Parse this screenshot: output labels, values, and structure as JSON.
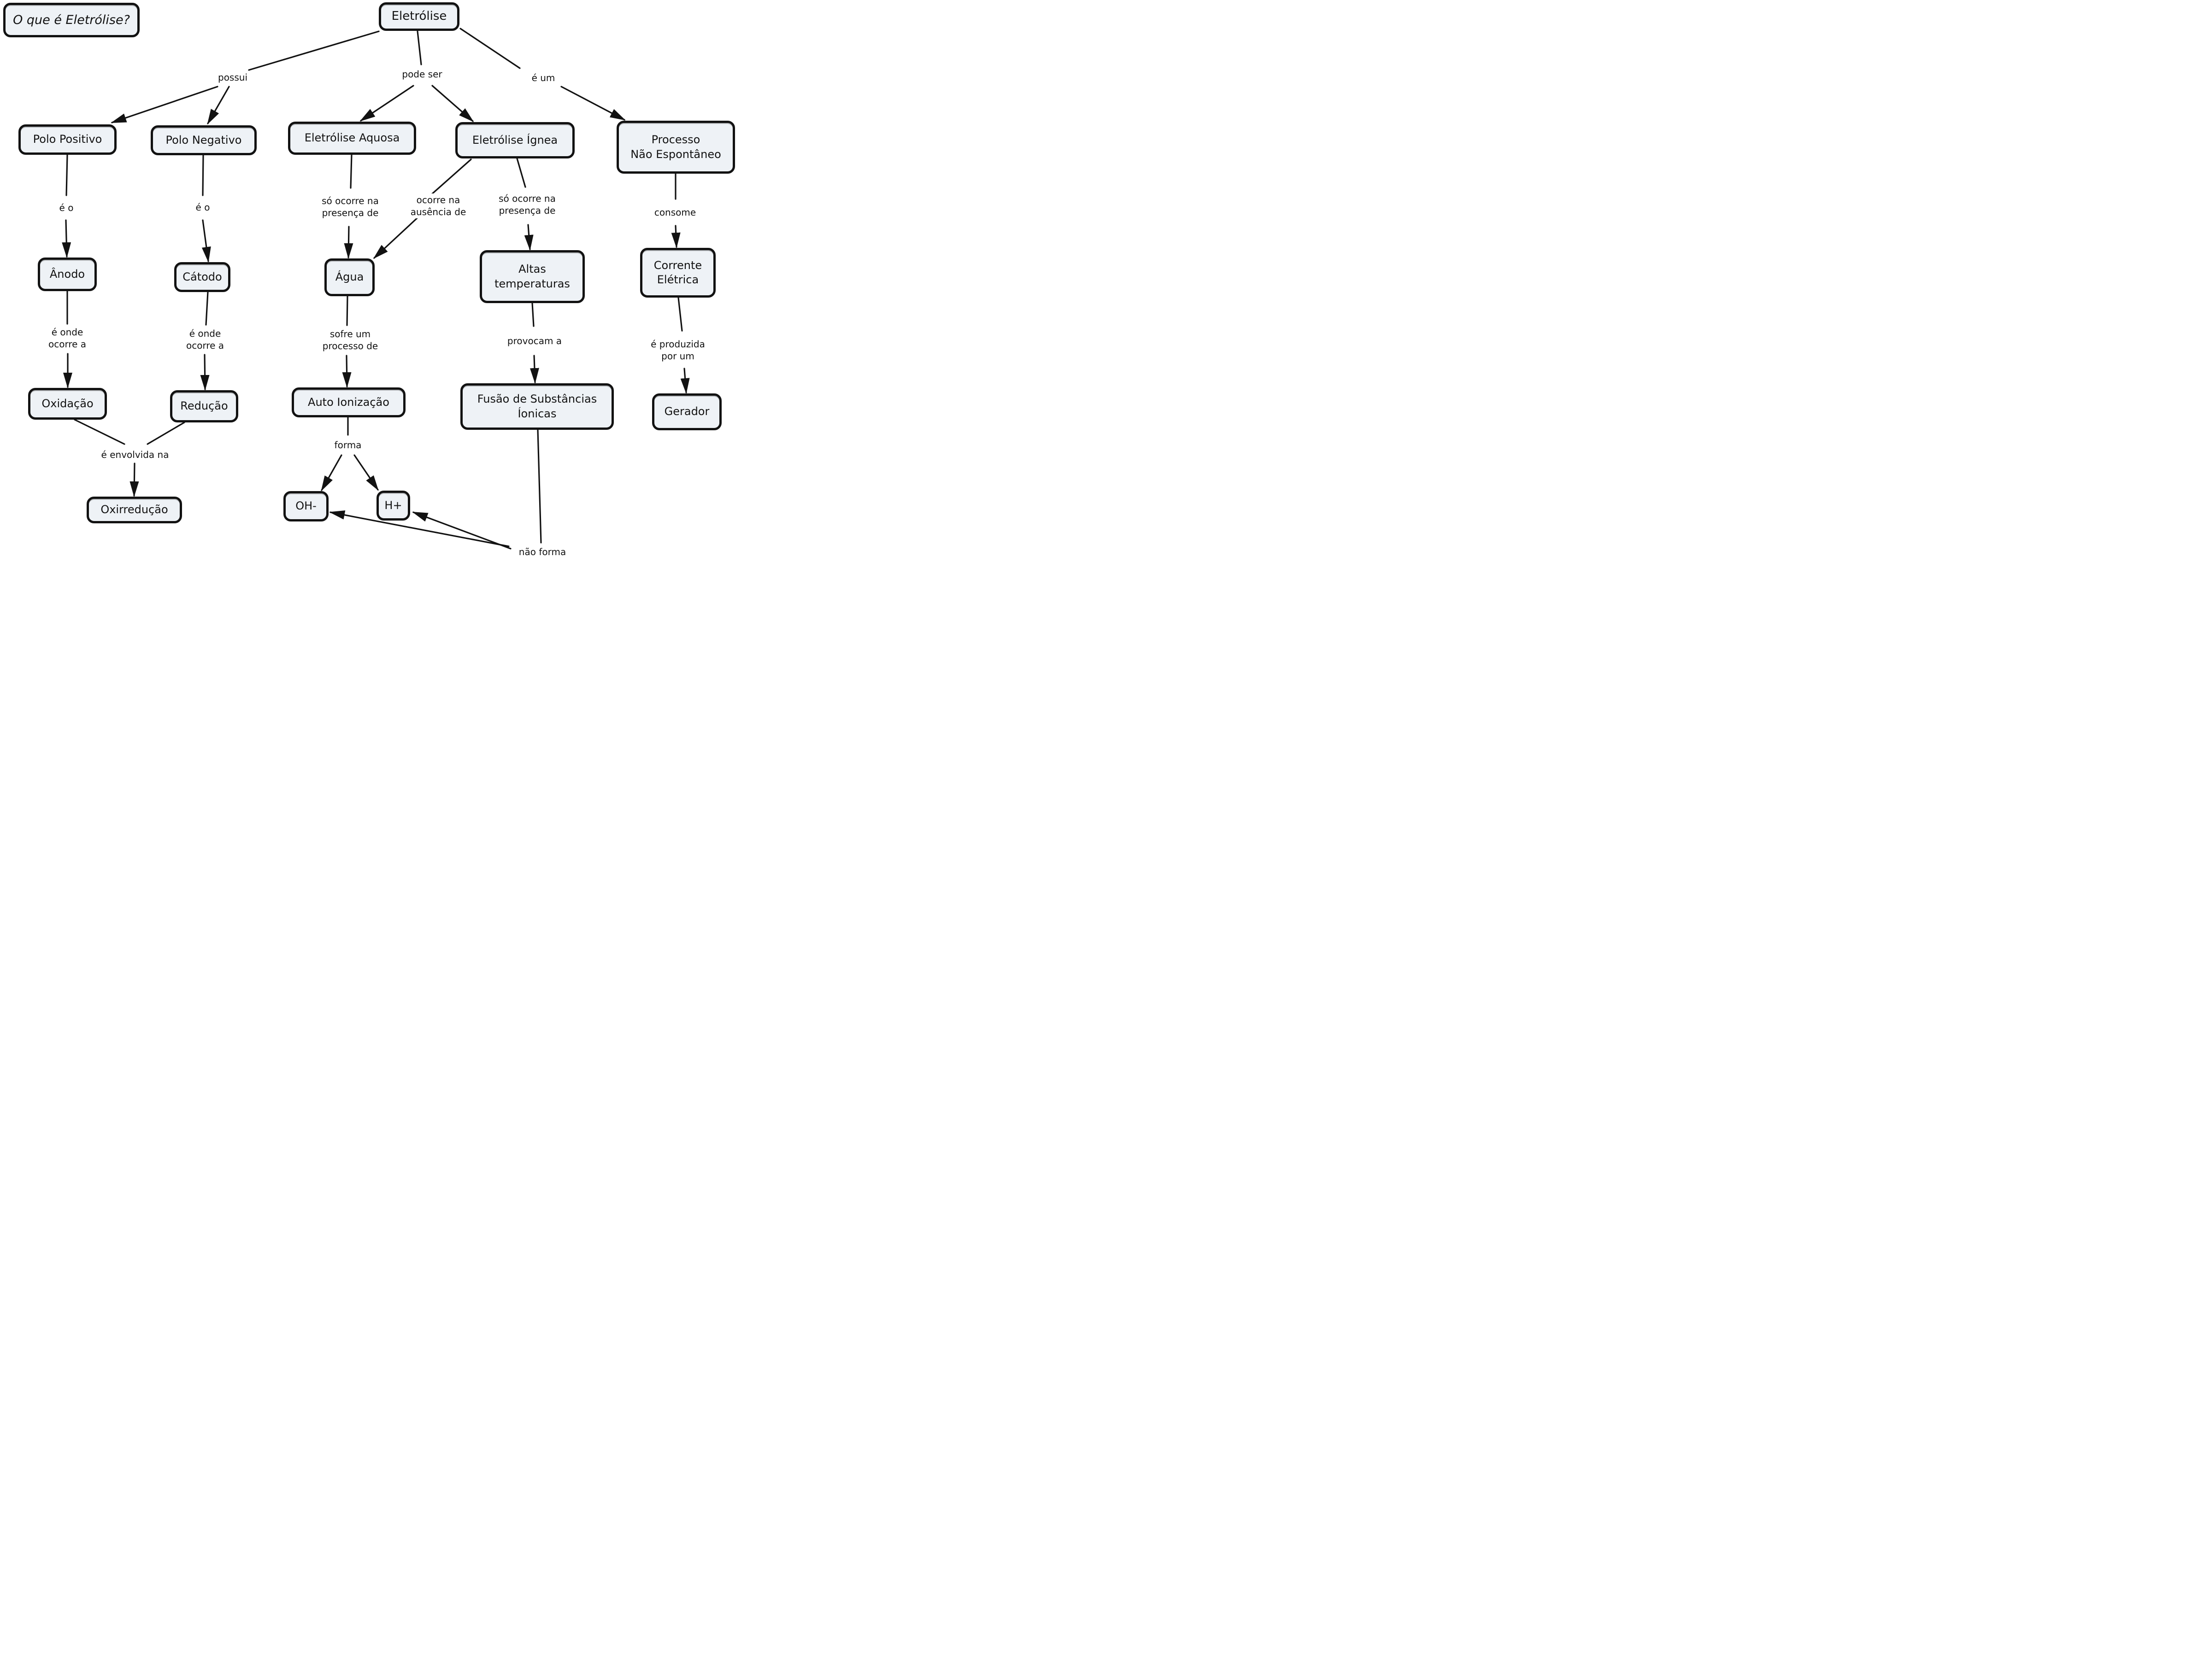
{
  "diagram": {
    "colors": {
      "background": "#ffffff",
      "node_fill": "#eef2f6",
      "node_border": "#121212",
      "line_color": "#121212",
      "text_color": "#121212"
    },
    "nodes": {
      "question": "O que é Eletrólise?",
      "eletrolise": "Eletrólise",
      "polo_positivo": "Polo Positivo",
      "polo_negativo": "Polo Negativo",
      "eletrolise_aquosa": "Eletrólise Aquosa",
      "eletrolise_ignea": "Eletrólise Ígnea",
      "processo_nao_espontaneo": "Processo\nNão Espontâneo",
      "anodo": "Ânodo",
      "catodo": "Cátodo",
      "agua": "Água",
      "altas_temperaturas": "Altas\ntemperaturas",
      "corrente_eletrica": "Corrente\nElétrica",
      "oxidacao": "Oxidação",
      "reducao": "Redução",
      "auto_ionizacao": "Auto Ionização",
      "fusao_substancias_ionicas": "Fusão de Substâncias\nÍonicas",
      "gerador": "Gerador",
      "oxirreducao": "Oxirredução",
      "oh_minus": "OH-",
      "h_plus": "H+"
    },
    "edge_labels": {
      "possui": "possui",
      "pode_ser": "pode ser",
      "e_um": "é um",
      "e_o_left": "é o",
      "e_o_right": "é o",
      "so_ocorre_presenca_left": "só ocorre na\npresença de",
      "ocorre_ausencia": "ocorre na\nausência de",
      "so_ocorre_presenca_right": "só ocorre na\npresença de",
      "consome": "consome",
      "e_onde_ocorre_left": "é onde\nocorre a",
      "e_onde_ocorre_right": "é onde\nocorre a",
      "sofre_um_processo": "sofre um\nprocesso de",
      "provocam_a": "provocam a",
      "e_produzida_por_um": "é produzida\npor um",
      "e_envolvida_na": "é envolvida na",
      "forma": "forma",
      "nao_forma": "não forma"
    }
  }
}
